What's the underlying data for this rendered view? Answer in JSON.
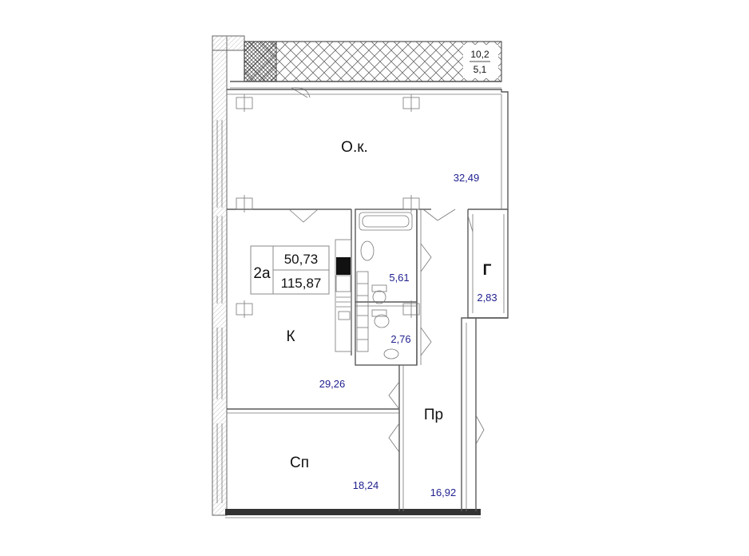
{
  "unit": {
    "type_label": "2а",
    "living_area": "50,73",
    "total_area": "115,87"
  },
  "rooms": [
    {
      "id": "ok",
      "name": "О.к.",
      "area": "32,49"
    },
    {
      "id": "k",
      "name": "К",
      "area": "29,26"
    },
    {
      "id": "sp",
      "name": "Сп",
      "area": "18,24"
    },
    {
      "id": "pr",
      "name": "Пр",
      "area": "16,92"
    },
    {
      "id": "g",
      "name": "Г",
      "area": "2,83"
    },
    {
      "id": "bath",
      "name": "",
      "area": "5,61"
    },
    {
      "id": "wc",
      "name": "",
      "area": "2,76"
    }
  ],
  "balcony": {
    "area_top": "10,2",
    "area_bottom": "5,1"
  },
  "colors": {
    "wall": "#5a5a5a",
    "area_text": "#1f1f8f",
    "hatch": "#bbbbbb"
  }
}
